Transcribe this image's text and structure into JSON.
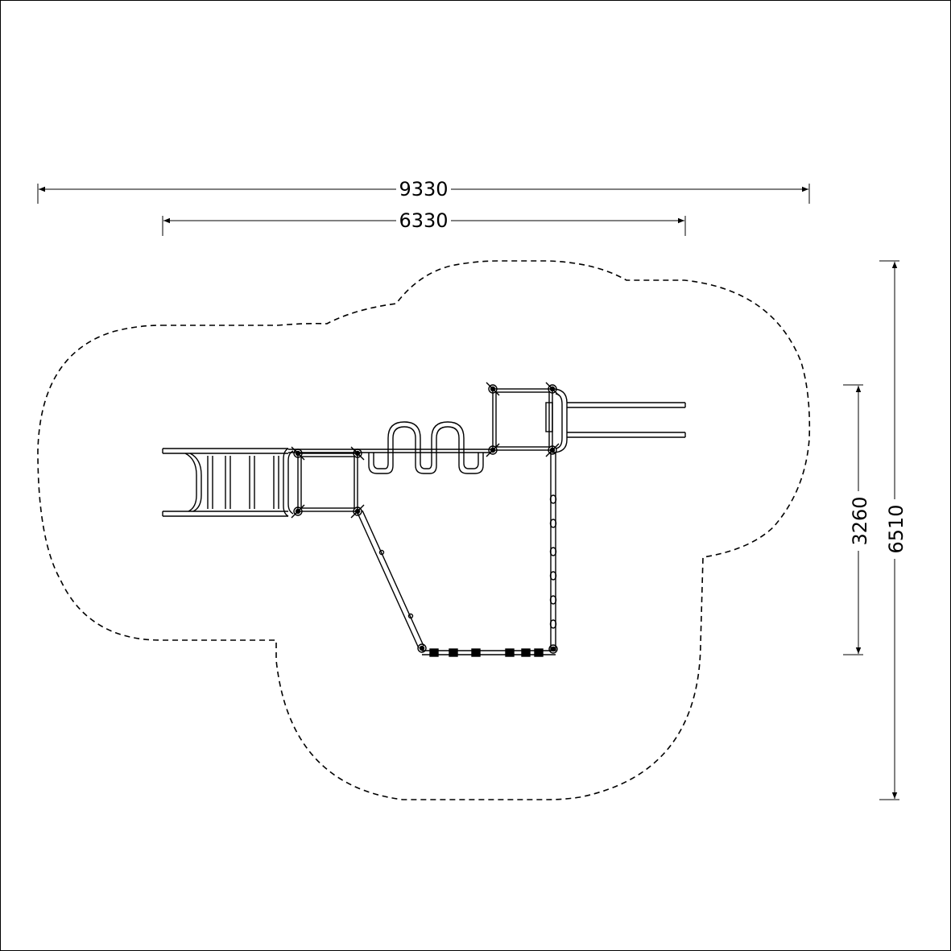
{
  "dimensions": {
    "overall_width": "9330",
    "equipment_width": "6330",
    "equipment_depth": "3260",
    "overall_depth": "6510"
  },
  "colors": {
    "line": "#000000",
    "background": "#ffffff"
  }
}
